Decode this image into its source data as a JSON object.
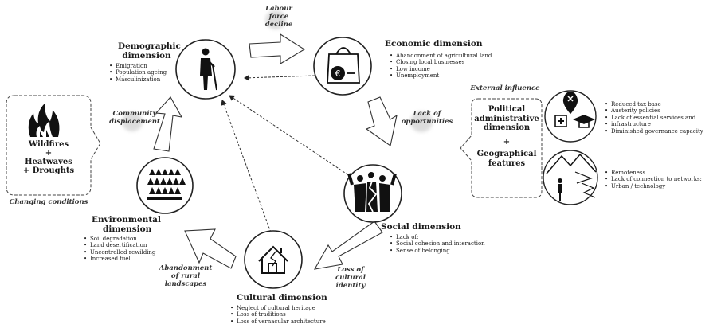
{
  "demographic": {
    "title_1": "Demographic",
    "title_2": "dimension",
    "items": [
      "Emigration",
      "Population ageing",
      "Masculinization"
    ]
  },
  "economic": {
    "title": "Economic dimension",
    "items": [
      "Abandonment of agricultural land",
      "Closing local businesses",
      "Low income",
      "Unemployment"
    ]
  },
  "social": {
    "title": "Social dimension",
    "items": [
      "Lack of:",
      "Social cohesion and interaction",
      "Sense of belonging"
    ]
  },
  "cultural": {
    "title": "Cultural dimension",
    "items": [
      "Neglect of cultural heritage",
      "Loss of traditions",
      "Loss of vernacular architecture"
    ]
  },
  "environmental": {
    "title_1": "Environmental",
    "title_2": "dimension",
    "items": [
      "Soil degradation",
      "Land desertification",
      "Uncontrolled rewilding",
      "Increased fuel"
    ]
  },
  "labels": {
    "labour_1": "Labour",
    "labour_2": "force",
    "labour_3": "decline",
    "community_1": "Community",
    "community_2": "displacement",
    "lack_1": "Lack of",
    "lack_2": "opportunities",
    "loss_1": "Loss of",
    "loss_2": "cultural",
    "loss_3": "identity",
    "abandon_1": "Abandonment",
    "abandon_2": "of rural",
    "abandon_3": "landscapes"
  },
  "wildfires": {
    "line1": "Wildfires",
    "plus": "+",
    "line2": "Heatwaves",
    "line3": "+ Droughts",
    "caption": "Changing conditions"
  },
  "external": {
    "heading": "External influence",
    "political_1": "Political",
    "political_2": "administrative",
    "political_3": "dimension",
    "plus": "+",
    "geo_1": "Geographical",
    "geo_2": "features",
    "list1": [
      "Reduced tax base",
      "Austerity policies",
      "Lack of essential services and",
      "infrastructure",
      "Diminished governance capacity"
    ],
    "list2": [
      "Remoteness",
      "Lack of  connection to networks:",
      "Urban / technology"
    ]
  },
  "icons": [
    "elderly-person-icon",
    "money-bag-icon",
    "people-crack-icon",
    "house-crack-icon",
    "forest-icon",
    "fire-icon",
    "services-icon",
    "mountain-road-icon"
  ]
}
